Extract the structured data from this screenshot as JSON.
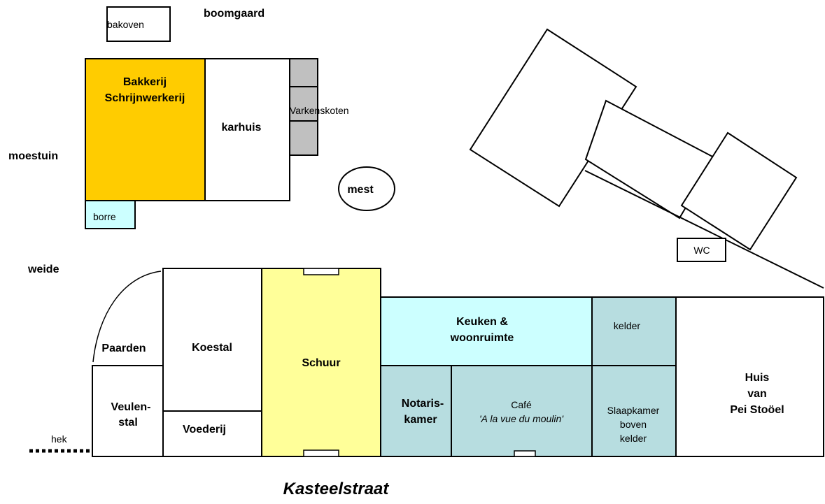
{
  "colors": {
    "bakkerij": "#ffcc00",
    "schuur": "#ffff99",
    "keuken": "#ccffff",
    "borre": "#ccffff",
    "blue_rooms": "#b7dde0",
    "varkenskoten": "#c0c0c0",
    "white": "#ffffff"
  },
  "labels": {
    "bakoven": "bakoven",
    "boomgaard": "boomgaard",
    "bakkerij_1": "Bakkerij",
    "bakkerij_2": "Schrijnwerkerij",
    "karhuis": "karhuis",
    "varkenskoten": "Varkenskoten",
    "moestuin": "moestuin",
    "mest": "mest",
    "borre": "borre",
    "weide": "weide",
    "wc": "WC",
    "paarden": "Paarden",
    "koestal": "Koestal",
    "schuur": "Schuur",
    "keuken_1": "Keuken &",
    "keuken_2": "woonruimte",
    "kelder": "kelder",
    "huis_1": "Huis",
    "huis_2": "van",
    "huis_3": "Pei Stoöel",
    "veulen_1": "Veulen-",
    "veulen_2": "stal",
    "voederij": "Voederij",
    "notaris_1": "Notaris-",
    "notaris_2": "kamer",
    "cafe_1": "Café",
    "cafe_2": "'A la vue du moulin'",
    "slaap_1": "Slaapkamer",
    "slaap_2": "boven",
    "slaap_3": "kelder",
    "hek": "hek",
    "street": "Kasteelstraat"
  }
}
